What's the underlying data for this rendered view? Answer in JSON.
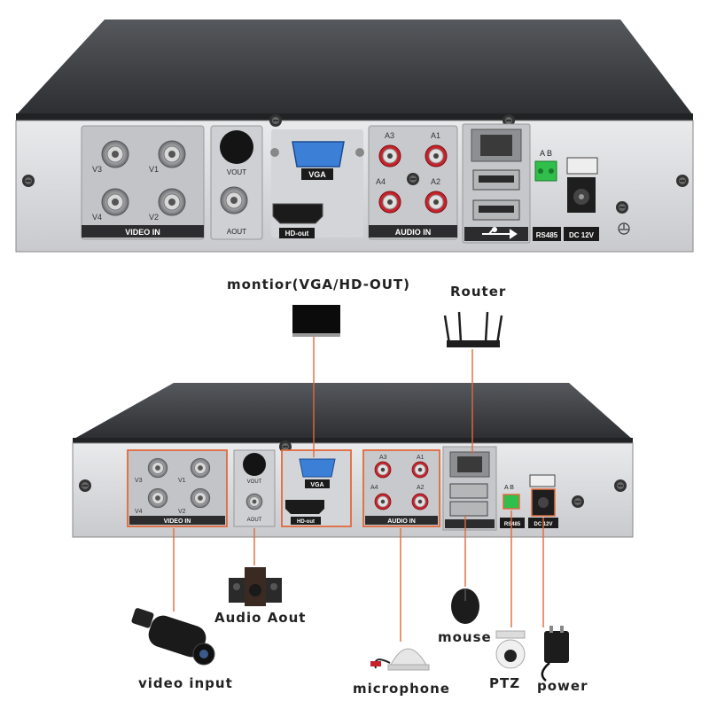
{
  "panel": {
    "video_in": "VIDEO IN",
    "audio_in": "AUDIO IN",
    "vga": "VGA",
    "hd_out": "HD-out",
    "vout": "VOUT",
    "aout": "AOUT",
    "rs485": "RS485",
    "dc12v": "DC 12V",
    "ab": "A  B",
    "v1": "V1",
    "v2": "V2",
    "v3": "V3",
    "v4": "V4",
    "a1": "A1",
    "a2": "A2",
    "a3": "A3",
    "a4": "A4"
  },
  "labels": {
    "monitor": "montior(VGA/HD-OUT)",
    "router": "Router",
    "audio_aout": "Audio Aout",
    "video_input": "video input",
    "microphone": "microphone",
    "mouse": "mouse",
    "ptz": "PTZ",
    "power": "power"
  },
  "colors": {
    "body_top": "#3a3c3f",
    "panel": "#dcdde0",
    "highlight": "#e06a3c",
    "vga_blue": "#3b7fd6",
    "terminal_green": "#2fbf4a",
    "rca_red": "#c8232c"
  },
  "icons": [
    "bnc-connector-icon",
    "vga-port-icon",
    "hdmi-port-icon",
    "rca-jack-icon",
    "rj45-port-icon",
    "usb-port-icon",
    "terminal-block-icon",
    "dc-jack-icon",
    "ground-icon",
    "monitor-icon",
    "router-icon",
    "speaker-icon",
    "camera-icon",
    "microphone-icon",
    "mouse-icon",
    "ptz-camera-icon",
    "power-adapter-icon"
  ]
}
